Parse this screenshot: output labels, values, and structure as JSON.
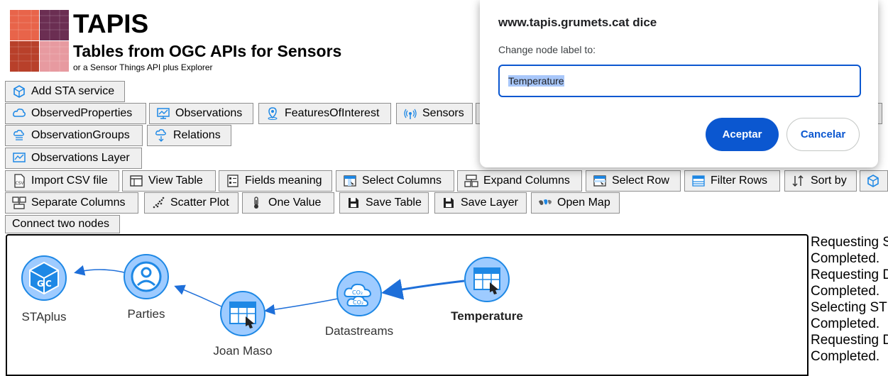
{
  "header": {
    "title": "TAPIS",
    "subtitle": "Tables from OGC APIs for Sensors",
    "tagline": "or a Sensor Things API plus Explorer"
  },
  "toolbar": {
    "add_sta": "Add STA service",
    "observed_properties": "ObservedProperties",
    "observations": "Observations",
    "features_of_interest": "FeaturesOfInterest",
    "sensors": "Sensors",
    "observation_groups": "ObservationGroups",
    "relations": "Relations",
    "observations_layer": "Observations Layer",
    "import_csv": "Import CSV file",
    "view_table": "View Table",
    "fields_meaning": "Fields meaning",
    "select_columns": "Select Columns",
    "expand_columns": "Expand Columns",
    "select_row": "Select Row",
    "filter_rows": "Filter Rows",
    "sort_by": "Sort by",
    "separate_columns": "Separate Columns",
    "scatter_plot": "Scatter Plot",
    "one_value": "One Value",
    "save_table": "Save Table",
    "save_layer": "Save Layer",
    "open_map": "Open Map",
    "connect_nodes": "Connect two nodes"
  },
  "graph": {
    "nodes": [
      {
        "label": "STAplus",
        "icon": "sta-cube-icon"
      },
      {
        "label": "Parties",
        "icon": "person-icon"
      },
      {
        "label": "Joan Maso",
        "icon": "table-select-icon"
      },
      {
        "label": "Datastreams",
        "icon": "co2-cloud-icon"
      },
      {
        "label": "Temperature",
        "icon": "table-select-icon",
        "selected": true
      }
    ]
  },
  "log": {
    "lines": [
      "Requesting S",
      "Completed.",
      "Requesting D",
      "Completed.",
      "Selecting ST",
      "Completed.",
      "Requesting D",
      "Completed."
    ]
  },
  "dialog": {
    "origin": "www.tapis.grumets.cat dice",
    "message": "Change node label to:",
    "input_value": "Temperature",
    "ok_label": "Aceptar",
    "cancel_label": "Cancelar"
  },
  "colors": {
    "accent": "#0b57d0",
    "node_fill": "#9ecbff",
    "node_border": "#1e88e5",
    "icon_blue": "#1e88e5",
    "button_bg": "#efefef"
  }
}
